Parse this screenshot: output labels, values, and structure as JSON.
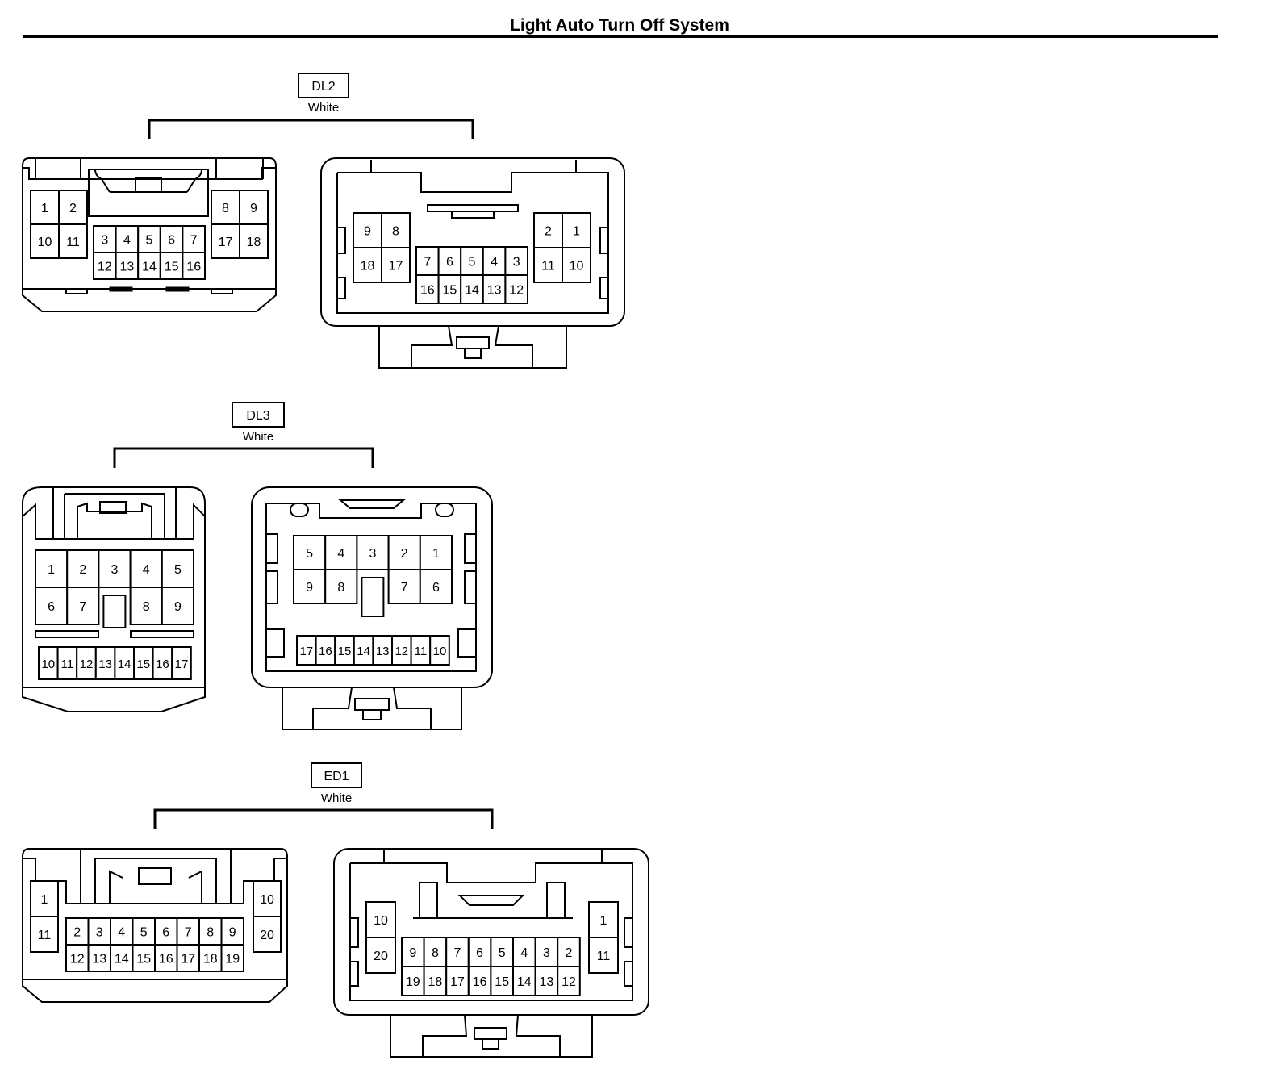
{
  "title": "Light Auto Turn Off System",
  "connectors": [
    {
      "id": "DL2",
      "color": "White",
      "left_view": {
        "groups": [
          [
            [
              "1",
              "2"
            ],
            [
              "10",
              "11"
            ]
          ],
          [
            [
              "3",
              "4",
              "5",
              "6",
              "7"
            ],
            [
              "12",
              "13",
              "14",
              "15",
              "16"
            ]
          ],
          [
            [
              "8",
              "9"
            ],
            [
              "17",
              "18"
            ]
          ]
        ]
      },
      "right_view": {
        "groups": [
          [
            [
              "9",
              "8"
            ],
            [
              "18",
              "17"
            ]
          ],
          [
            [
              "7",
              "6",
              "5",
              "4",
              "3"
            ],
            [
              "16",
              "15",
              "14",
              "13",
              "12"
            ]
          ],
          [
            [
              "2",
              "1"
            ],
            [
              "11",
              "10"
            ]
          ]
        ]
      }
    },
    {
      "id": "DL3",
      "color": "White",
      "left_view": {
        "grid": [
          [
            "1",
            "2",
            "3",
            "4",
            "5"
          ],
          [
            "6",
            "7",
            "",
            "8",
            "9"
          ]
        ],
        "strip": [
          "10",
          "11",
          "12",
          "13",
          "14",
          "15",
          "16",
          "17"
        ]
      },
      "right_view": {
        "grid": [
          [
            "5",
            "4",
            "3",
            "2",
            "1"
          ],
          [
            "9",
            "8",
            "",
            "7",
            "6"
          ]
        ],
        "strip": [
          "17",
          "16",
          "15",
          "14",
          "13",
          "12",
          "11",
          "10"
        ]
      }
    },
    {
      "id": "ED1",
      "color": "White",
      "left_view": {
        "groups": [
          [
            [
              "1"
            ],
            [
              "11"
            ]
          ],
          [
            [
              "2",
              "3",
              "4",
              "5",
              "6",
              "7",
              "8",
              "9"
            ],
            [
              "12",
              "13",
              "14",
              "15",
              "16",
              "17",
              "18",
              "19"
            ]
          ],
          [
            [
              "10"
            ],
            [
              "20"
            ]
          ]
        ]
      },
      "right_view": {
        "groups": [
          [
            [
              "10"
            ],
            [
              "20"
            ]
          ],
          [
            [
              "9",
              "8",
              "7",
              "6",
              "5",
              "4",
              "3",
              "2"
            ],
            [
              "19",
              "18",
              "17",
              "16",
              "15",
              "14",
              "13",
              "12"
            ]
          ],
          [
            [
              "1"
            ],
            [
              "11"
            ]
          ]
        ]
      }
    }
  ]
}
